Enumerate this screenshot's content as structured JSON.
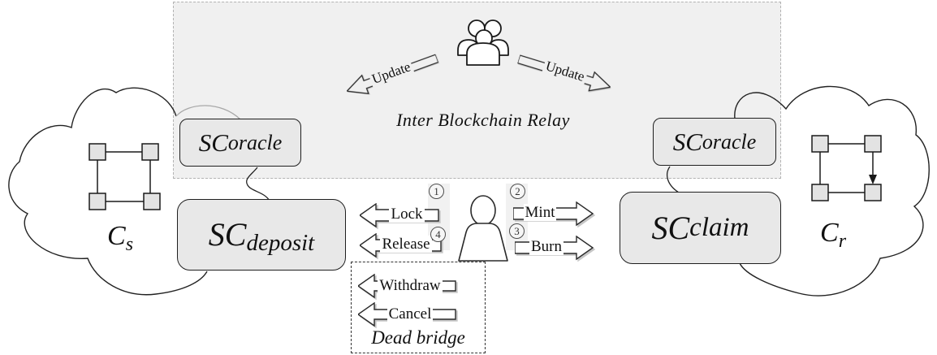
{
  "diagram": {
    "relay": {
      "title": "Inter Blockchain Relay",
      "update_left": "Update",
      "update_right": "Update"
    },
    "chains": {
      "source": {
        "base": "C",
        "sub": "s"
      },
      "receiver": {
        "base": "C",
        "sub": "r"
      }
    },
    "contracts": {
      "oracle_left": {
        "prefix": "SC",
        "name": "oracle"
      },
      "oracle_right": {
        "prefix": "SC",
        "name": "oracle"
      },
      "deposit": {
        "prefix": "SC",
        "name": "deposit"
      },
      "claim": {
        "prefix": "SC",
        "name": "claim"
      }
    },
    "operations": {
      "lock": {
        "step": "1",
        "label": "Lock",
        "direction": "left"
      },
      "mint": {
        "step": "2",
        "label": "Mint",
        "direction": "right"
      },
      "burn": {
        "step": "3",
        "label": "Burn",
        "direction": "right"
      },
      "release": {
        "step": "4",
        "label": "Release",
        "direction": "left"
      }
    },
    "dead_bridge": {
      "title": "Dead bridge",
      "withdraw": "Withdraw",
      "cancel": "Cancel"
    },
    "icons": {
      "relay_group": "people-group-icon",
      "user": "person-icon",
      "source_network": "network-icon",
      "receiver_network": "network-arrow-icon"
    },
    "colors": {
      "relay_bg": "#f0f0f0",
      "box_fill": "#e8e8e8",
      "node_fill": "#e3e3e3",
      "stroke": "#1a1a1a",
      "shadow": "#c6c6c6"
    }
  }
}
